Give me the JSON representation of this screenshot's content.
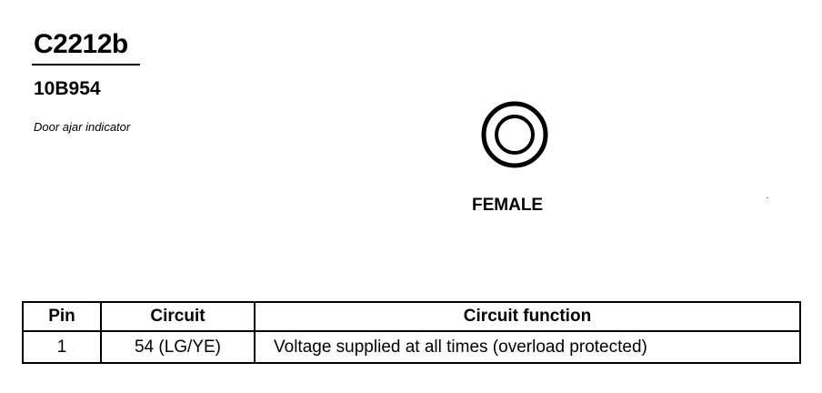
{
  "connector": {
    "id": "C2212b",
    "part_number": "10B954",
    "description": "Door ajar indicator",
    "gender": "FEMALE"
  },
  "table": {
    "headers": {
      "pin": "Pin",
      "circuit": "Circuit",
      "function": "Circuit function"
    },
    "rows": [
      {
        "pin": "1",
        "circuit": "54 (LG/YE)",
        "function": "Voltage supplied at all times (overload protected)"
      }
    ]
  }
}
